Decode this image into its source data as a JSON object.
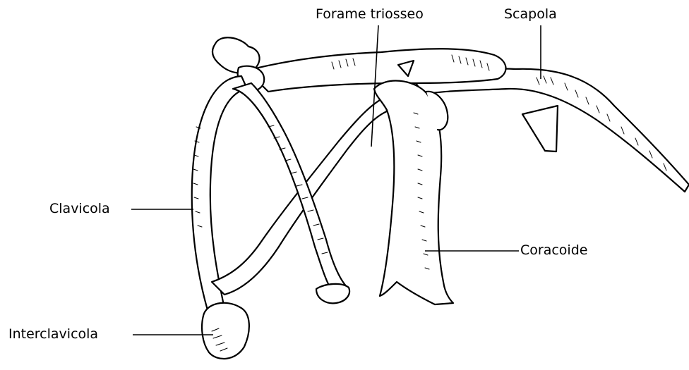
{
  "labels": {
    "forame": "Forame triosseo",
    "scapola": "Scapola",
    "clavicola": "Clavicola",
    "coracoide": "Coracoide",
    "interclavicola": "Interclavicola"
  }
}
